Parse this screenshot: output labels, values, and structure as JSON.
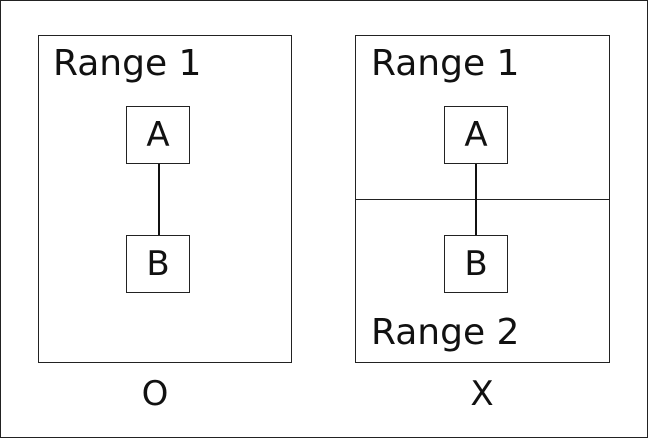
{
  "left_panel": {
    "range_label": "Range 1",
    "node_top": "A",
    "node_bottom": "B",
    "verdict": "O"
  },
  "right_panel": {
    "range_top_label": "Range 1",
    "range_bottom_label": "Range 2",
    "node_top": "A",
    "node_bottom": "B",
    "verdict": "X"
  }
}
